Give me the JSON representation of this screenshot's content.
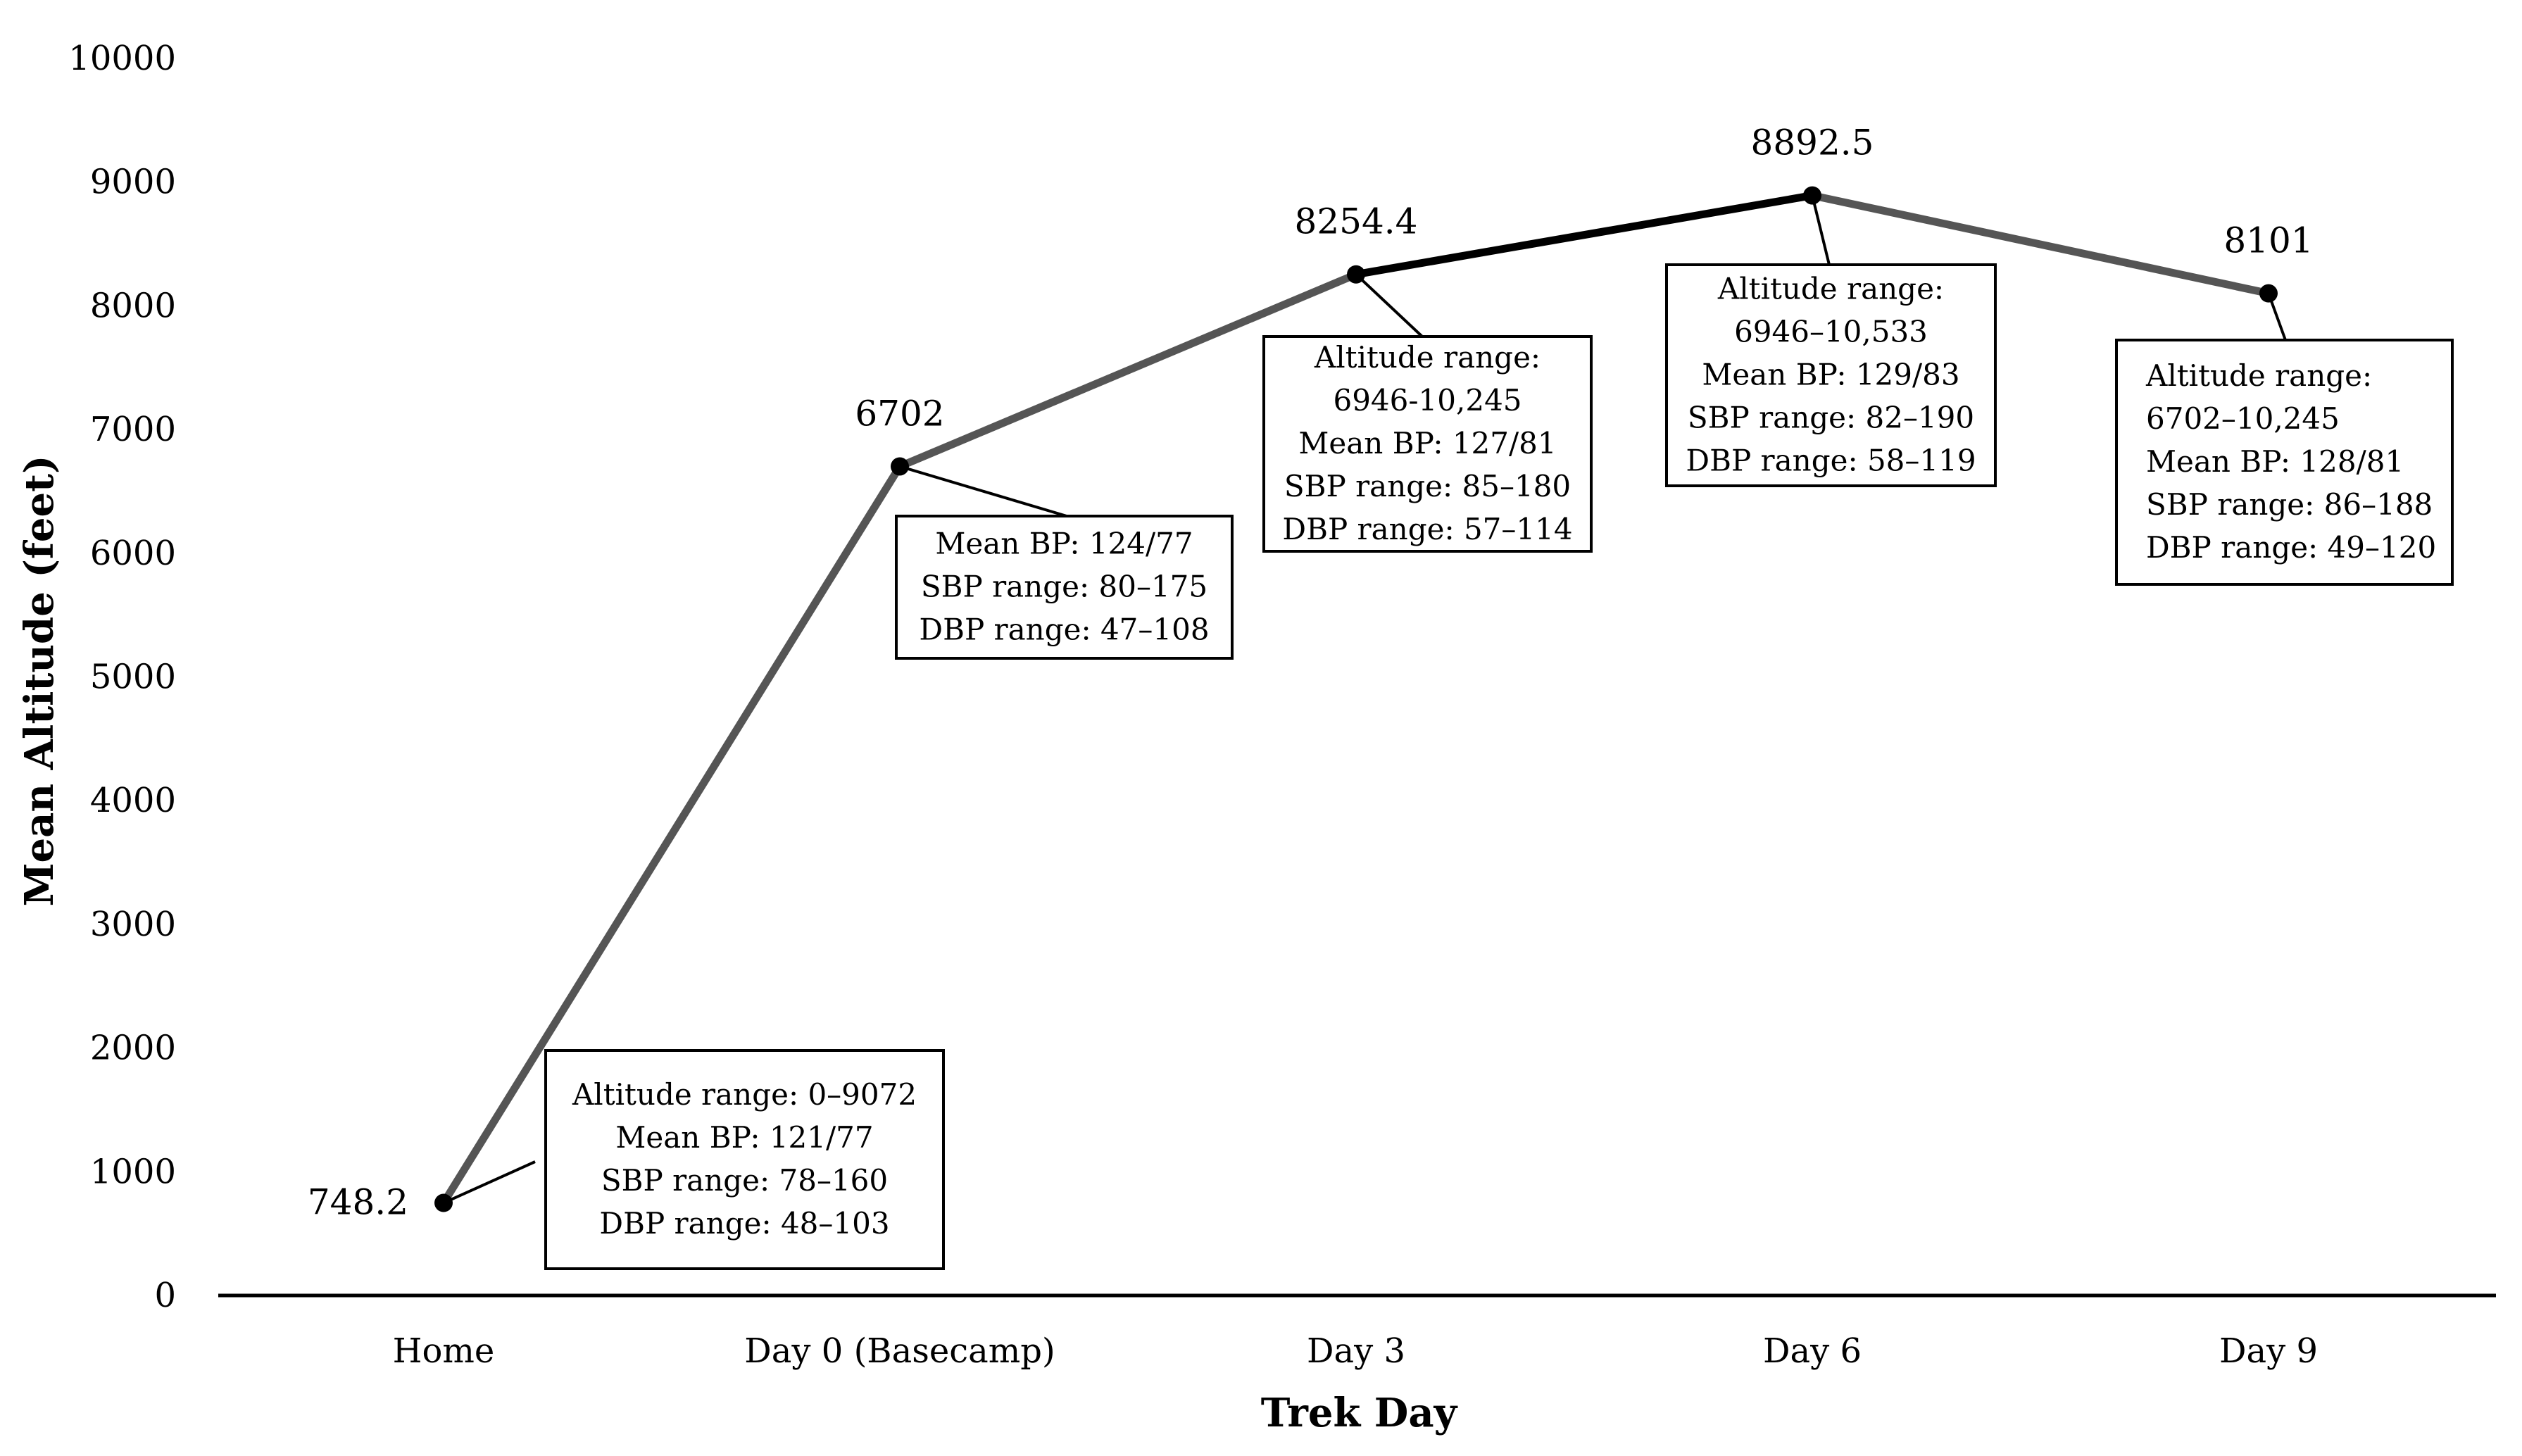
{
  "chart_data": {
    "type": "line",
    "title": "",
    "xlabel": "Trek Day",
    "ylabel": "Mean Altitude (feet)",
    "ylim": [
      0,
      10000
    ],
    "yticks": [
      0,
      1000,
      2000,
      3000,
      4000,
      5000,
      6000,
      7000,
      8000,
      9000,
      10000
    ],
    "grid": false,
    "categories": [
      "Home",
      "Day 0 (Basecamp)",
      "Day 3",
      "Day 6",
      "Day 9"
    ],
    "series": [
      {
        "values": [
          748.2,
          6702,
          8254.4,
          8892.5,
          8101
        ],
        "data_labels": [
          "748.2",
          "6702",
          "8254.4",
          "8892.5",
          "8101"
        ],
        "color": "#555555"
      }
    ],
    "annotations": [
      {
        "lines": [
          "Altitude range: 0–9072",
          "Mean BP: 121/77",
          "SBP range: 78–160",
          "DBP range: 48–103"
        ]
      },
      {
        "lines": [
          "Mean BP: 124/77",
          "SBP range: 80–175",
          "DBP range: 47–108"
        ]
      },
      {
        "lines": [
          "Altitude range:",
          "6946-10,245",
          "Mean BP: 127/81",
          "SBP range: 85–180",
          "DBP range: 57–114"
        ]
      },
      {
        "lines": [
          "Altitude range:",
          "6946–10,533",
          "Mean BP: 129/83",
          "SBP range: 82–190",
          "DBP range: 58–119"
        ]
      },
      {
        "lines": [
          "Altitude range:",
          "6702–10,245",
          "Mean BP: 128/81",
          "SBP range: 86–188",
          "DBP range: 49–120"
        ]
      }
    ]
  }
}
